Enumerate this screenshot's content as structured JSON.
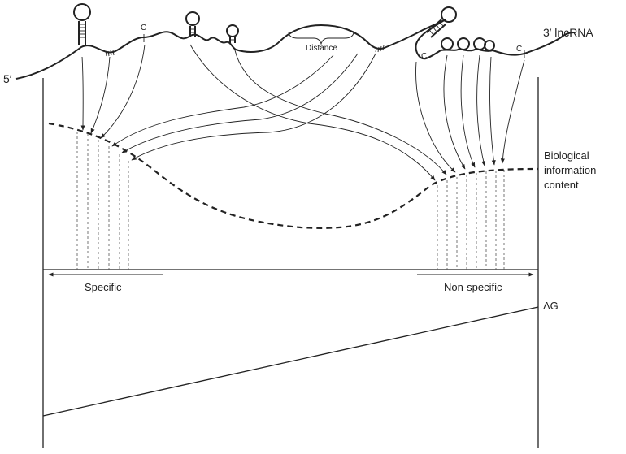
{
  "labels": {
    "five_prime": "5′",
    "three_prime": "3′ lncRNA",
    "distance": "Distance",
    "info_line1": "Biological",
    "info_line2": "information",
    "info_line3": "content",
    "specific": "Specific",
    "non_specific": "Non-specific",
    "delta_g": "ΔG",
    "c_mark": "C"
  }
}
